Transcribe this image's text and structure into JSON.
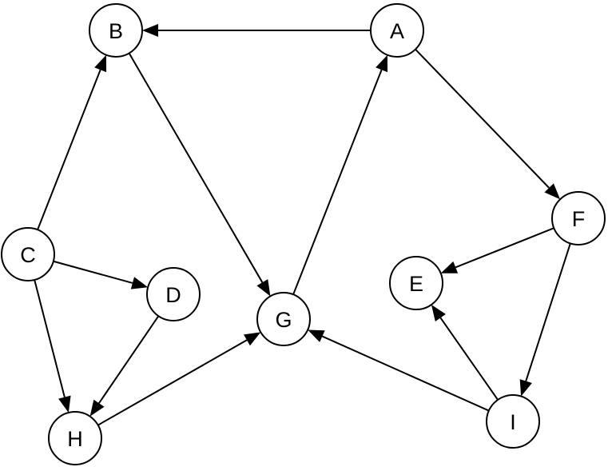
{
  "graph": {
    "directed": true,
    "nodes": [
      "A",
      "B",
      "C",
      "D",
      "E",
      "F",
      "G",
      "H",
      "I"
    ],
    "edges": [
      {
        "from": "A",
        "to": "B"
      },
      {
        "from": "A",
        "to": "F"
      },
      {
        "from": "B",
        "to": "G"
      },
      {
        "from": "C",
        "to": "B"
      },
      {
        "from": "C",
        "to": "D"
      },
      {
        "from": "C",
        "to": "H"
      },
      {
        "from": "D",
        "to": "H"
      },
      {
        "from": "H",
        "to": "G"
      },
      {
        "from": "G",
        "to": "A"
      },
      {
        "from": "F",
        "to": "E"
      },
      {
        "from": "F",
        "to": "I"
      },
      {
        "from": "I",
        "to": "E"
      },
      {
        "from": "I",
        "to": "G"
      }
    ],
    "colors": {
      "stroke": "#000000",
      "fill": "#ffffff",
      "text": "#000000"
    }
  }
}
